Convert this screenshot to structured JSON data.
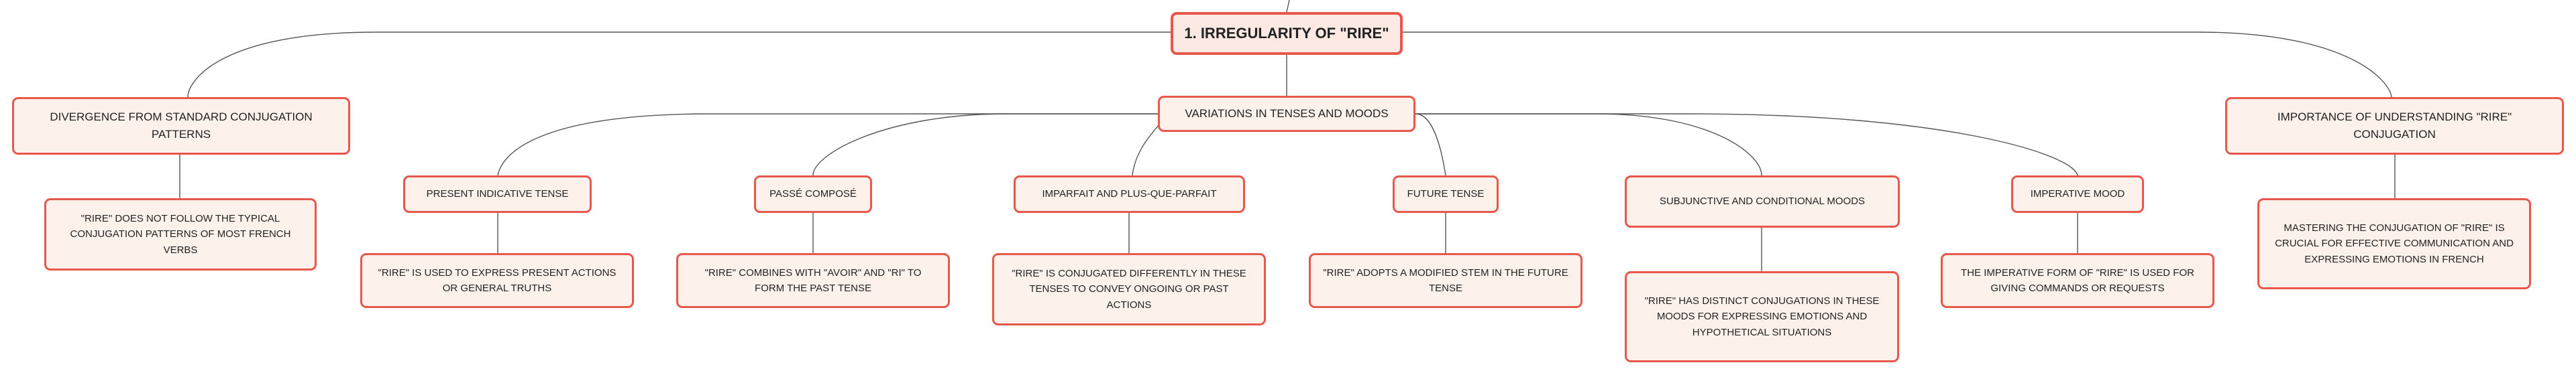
{
  "mindmap": {
    "root": "1. IRREGULARITY OF \"RIRE\"",
    "branches": [
      {
        "label": "DIVERGENCE FROM STANDARD CONJUGATION PATTERNS",
        "detail": "\"RIRE\" DOES NOT FOLLOW THE TYPICAL CONJUGATION PATTERNS OF MOST FRENCH VERBS"
      },
      {
        "label": "VARIATIONS IN TENSES AND MOODS",
        "children": [
          {
            "label": "PRESENT INDICATIVE TENSE",
            "detail": "\"RIRE\" IS USED TO EXPRESS PRESENT ACTIONS OR GENERAL TRUTHS"
          },
          {
            "label": "PASSÉ COMPOSÉ",
            "detail": "\"RIRE\" COMBINES WITH \"AVOIR\" AND \"RI\" TO FORM THE PAST TENSE"
          },
          {
            "label": "IMPARFAIT AND PLUS-QUE-PARFAIT",
            "detail": "\"RIRE\" IS CONJUGATED DIFFERENTLY IN THESE TENSES TO CONVEY ONGOING OR PAST ACTIONS"
          },
          {
            "label": "FUTURE TENSE",
            "detail": "\"RIRE\" ADOPTS A MODIFIED STEM IN THE FUTURE TENSE"
          },
          {
            "label": "SUBJUNCTIVE AND CONDITIONAL MOODS",
            "detail": "\"RIRE\" HAS DISTINCT CONJUGATIONS IN THESE MOODS FOR EXPRESSING EMOTIONS AND HYPOTHETICAL SITUATIONS"
          },
          {
            "label": "IMPERATIVE MOOD",
            "detail": "THE IMPERATIVE FORM OF \"RIRE\" IS USED FOR GIVING COMMANDS OR REQUESTS"
          }
        ]
      },
      {
        "label": "IMPORTANCE OF UNDERSTANDING \"RIRE\" CONJUGATION",
        "detail": "MASTERING THE CONJUGATION OF \"RIRE\" IS CRUCIAL FOR EFFECTIVE COMMUNICATION AND EXPRESSING EMOTIONS IN FRENCH"
      }
    ]
  },
  "colors": {
    "border": "#e8574b",
    "fill": "#fdf1ec",
    "line": "#555555"
  }
}
